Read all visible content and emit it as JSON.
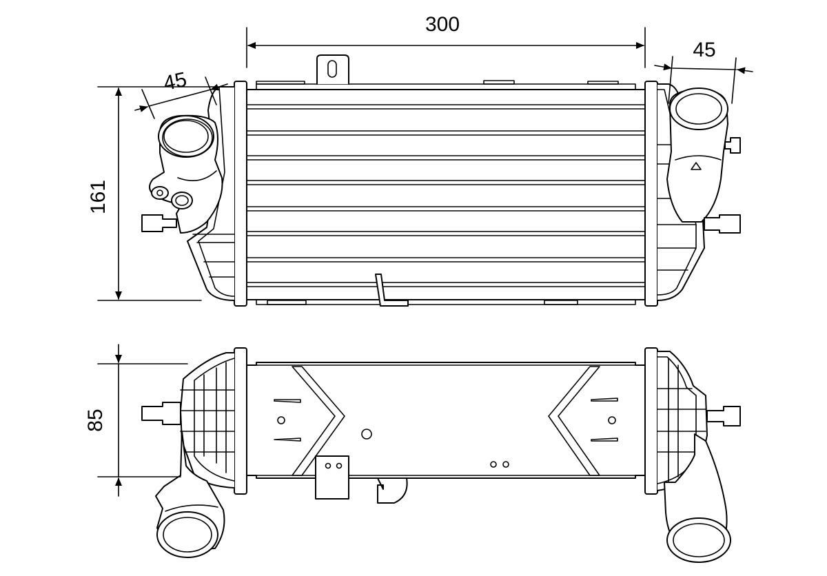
{
  "dimensions": {
    "width": "300",
    "height": "161",
    "depth": "85",
    "outlet_diameter": "45",
    "inlet_diameter": "45"
  },
  "colors": {
    "line": "#000000",
    "background": "#ffffff"
  }
}
